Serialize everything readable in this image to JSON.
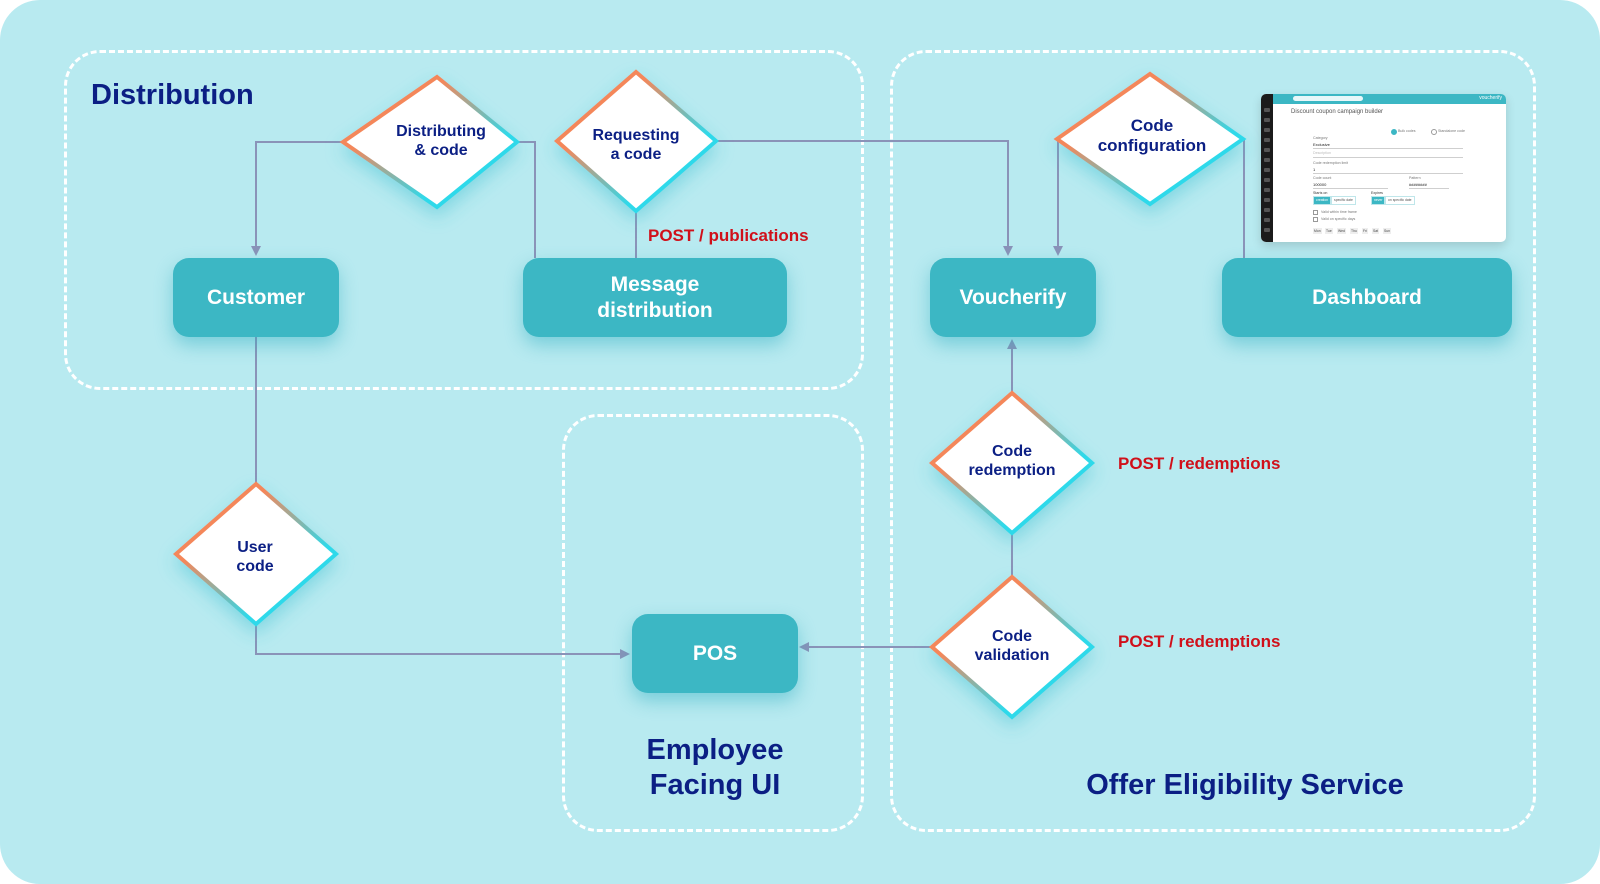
{
  "groups": {
    "distribution": "Distribution",
    "employee_line1": "Employee",
    "employee_line2": "Facing UI",
    "offer": "Offer Eligibility Service"
  },
  "nodes": {
    "customer": "Customer",
    "message_line1": "Message",
    "message_line2": "distribution",
    "voucherify": "Voucherify",
    "dashboard": "Dashboard",
    "pos": "POS"
  },
  "decisions": {
    "distributing": [
      "Distributing",
      "& code"
    ],
    "requesting": [
      "Requesting",
      "a code"
    ],
    "configuration": [
      "Code",
      "configuration"
    ],
    "redemption": [
      "Code",
      "redemption"
    ],
    "validation": [
      "Code",
      "validation"
    ],
    "user_code": [
      "User",
      "code"
    ]
  },
  "api_labels": {
    "publications": "POST / publications",
    "redemptions_1": "POST / redemptions",
    "redemptions_2": "POST / redemptions"
  },
  "dashboard_preview": {
    "brand": "voucherify",
    "title": "Discount coupon campaign builder",
    "mode_options": [
      "Bulk codes",
      "Standalone code"
    ],
    "mode_selected": "Bulk codes",
    "category_label": "Category",
    "category_value": "Exclusive",
    "description_placeholder": "Description",
    "redemption_limit_label": "Code redemption limit",
    "redemption_limit_value": "1",
    "code_count_label": "Code count",
    "code_count_value": "100000",
    "pattern_label": "Pattern",
    "pattern_value": "########",
    "starts_label": "Starts on",
    "starts_options": [
      "creation",
      "specific date"
    ],
    "expires_label": "Expires",
    "expires_options": [
      "never",
      "on specific date"
    ],
    "checkbox_1": "Valid within time frame",
    "checkbox_2": "Valid on specific days",
    "days": [
      "Mon",
      "Tue",
      "Wed",
      "Thu",
      "Fri",
      "Sat",
      "Sun"
    ]
  },
  "colors": {
    "background": "#b8eaf0",
    "node": "#3cb7c4",
    "title": "#0b1f84",
    "api": "#d0101a",
    "connector": "#8a93b8",
    "diamond_orange": "#f4875a",
    "diamond_cyan": "#2fd9ea"
  }
}
